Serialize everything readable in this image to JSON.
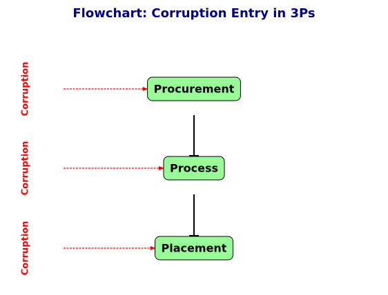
{
  "title": "Flowchart: Corruption Entry in 3Ps",
  "colors": {
    "title": "#00008b",
    "node_fill": "#98fb98",
    "node_stroke": "#000000",
    "node_text": "#000000",
    "flow_arrow": "#000000",
    "corruption": "#ff0000"
  },
  "nodes": [
    {
      "id": "procurement",
      "label": "Procurement"
    },
    {
      "id": "process",
      "label": "Process"
    },
    {
      "id": "placement",
      "label": "Placement"
    }
  ],
  "flow_edges": [
    {
      "from": "procurement",
      "to": "process"
    },
    {
      "from": "process",
      "to": "placement"
    }
  ],
  "corruption_entries": [
    {
      "label": "Corruption",
      "target": "procurement"
    },
    {
      "label": "Corruption",
      "target": "process"
    },
    {
      "label": "Corruption",
      "target": "placement"
    }
  ]
}
